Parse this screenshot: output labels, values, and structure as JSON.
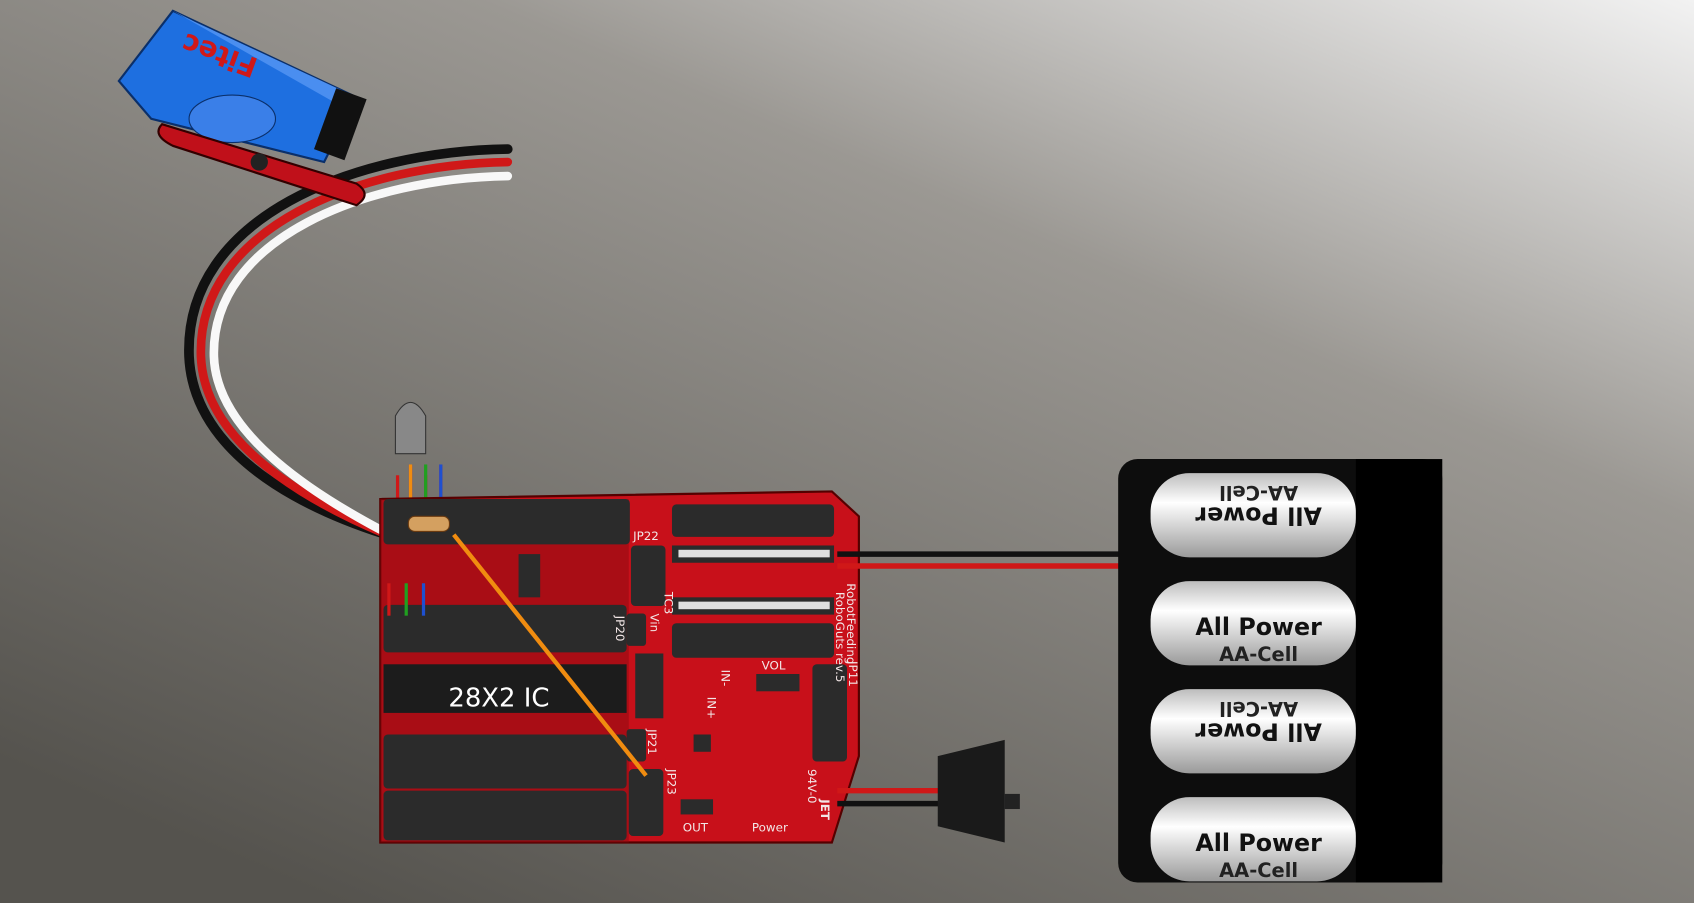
{
  "scene": {
    "servo": {
      "brand": "Fitec"
    },
    "board": {
      "ic_label": "28X2 IC",
      "labels": {
        "jp22": "JP22",
        "jp20": "JP20",
        "vin": "Vin",
        "tc3": "TC3",
        "jp21": "JP21",
        "jp23": "JP23",
        "jp11": "JP11",
        "in_plus": "IN+",
        "in_minus": "IN-",
        "vol": "VOL",
        "out": "OUT",
        "power": "Power",
        "rev": "RoboGuts rev.5",
        "maker": "RobotFeeding",
        "cert": "94V-0",
        "jet": "JET"
      }
    },
    "battery": {
      "cells": [
        {
          "brand": "All Power",
          "type": "AA-Cell"
        },
        {
          "brand": "All Power",
          "type": "AA-Cell"
        },
        {
          "brand": "All Power",
          "type": "AA-Cell"
        },
        {
          "brand": "All Power",
          "type": "AA-Cell"
        }
      ]
    },
    "colors": {
      "board": "#c8101a",
      "servo": "#1e6fe0",
      "wire_red": "#d01818",
      "jumper": "#f08c10"
    }
  }
}
